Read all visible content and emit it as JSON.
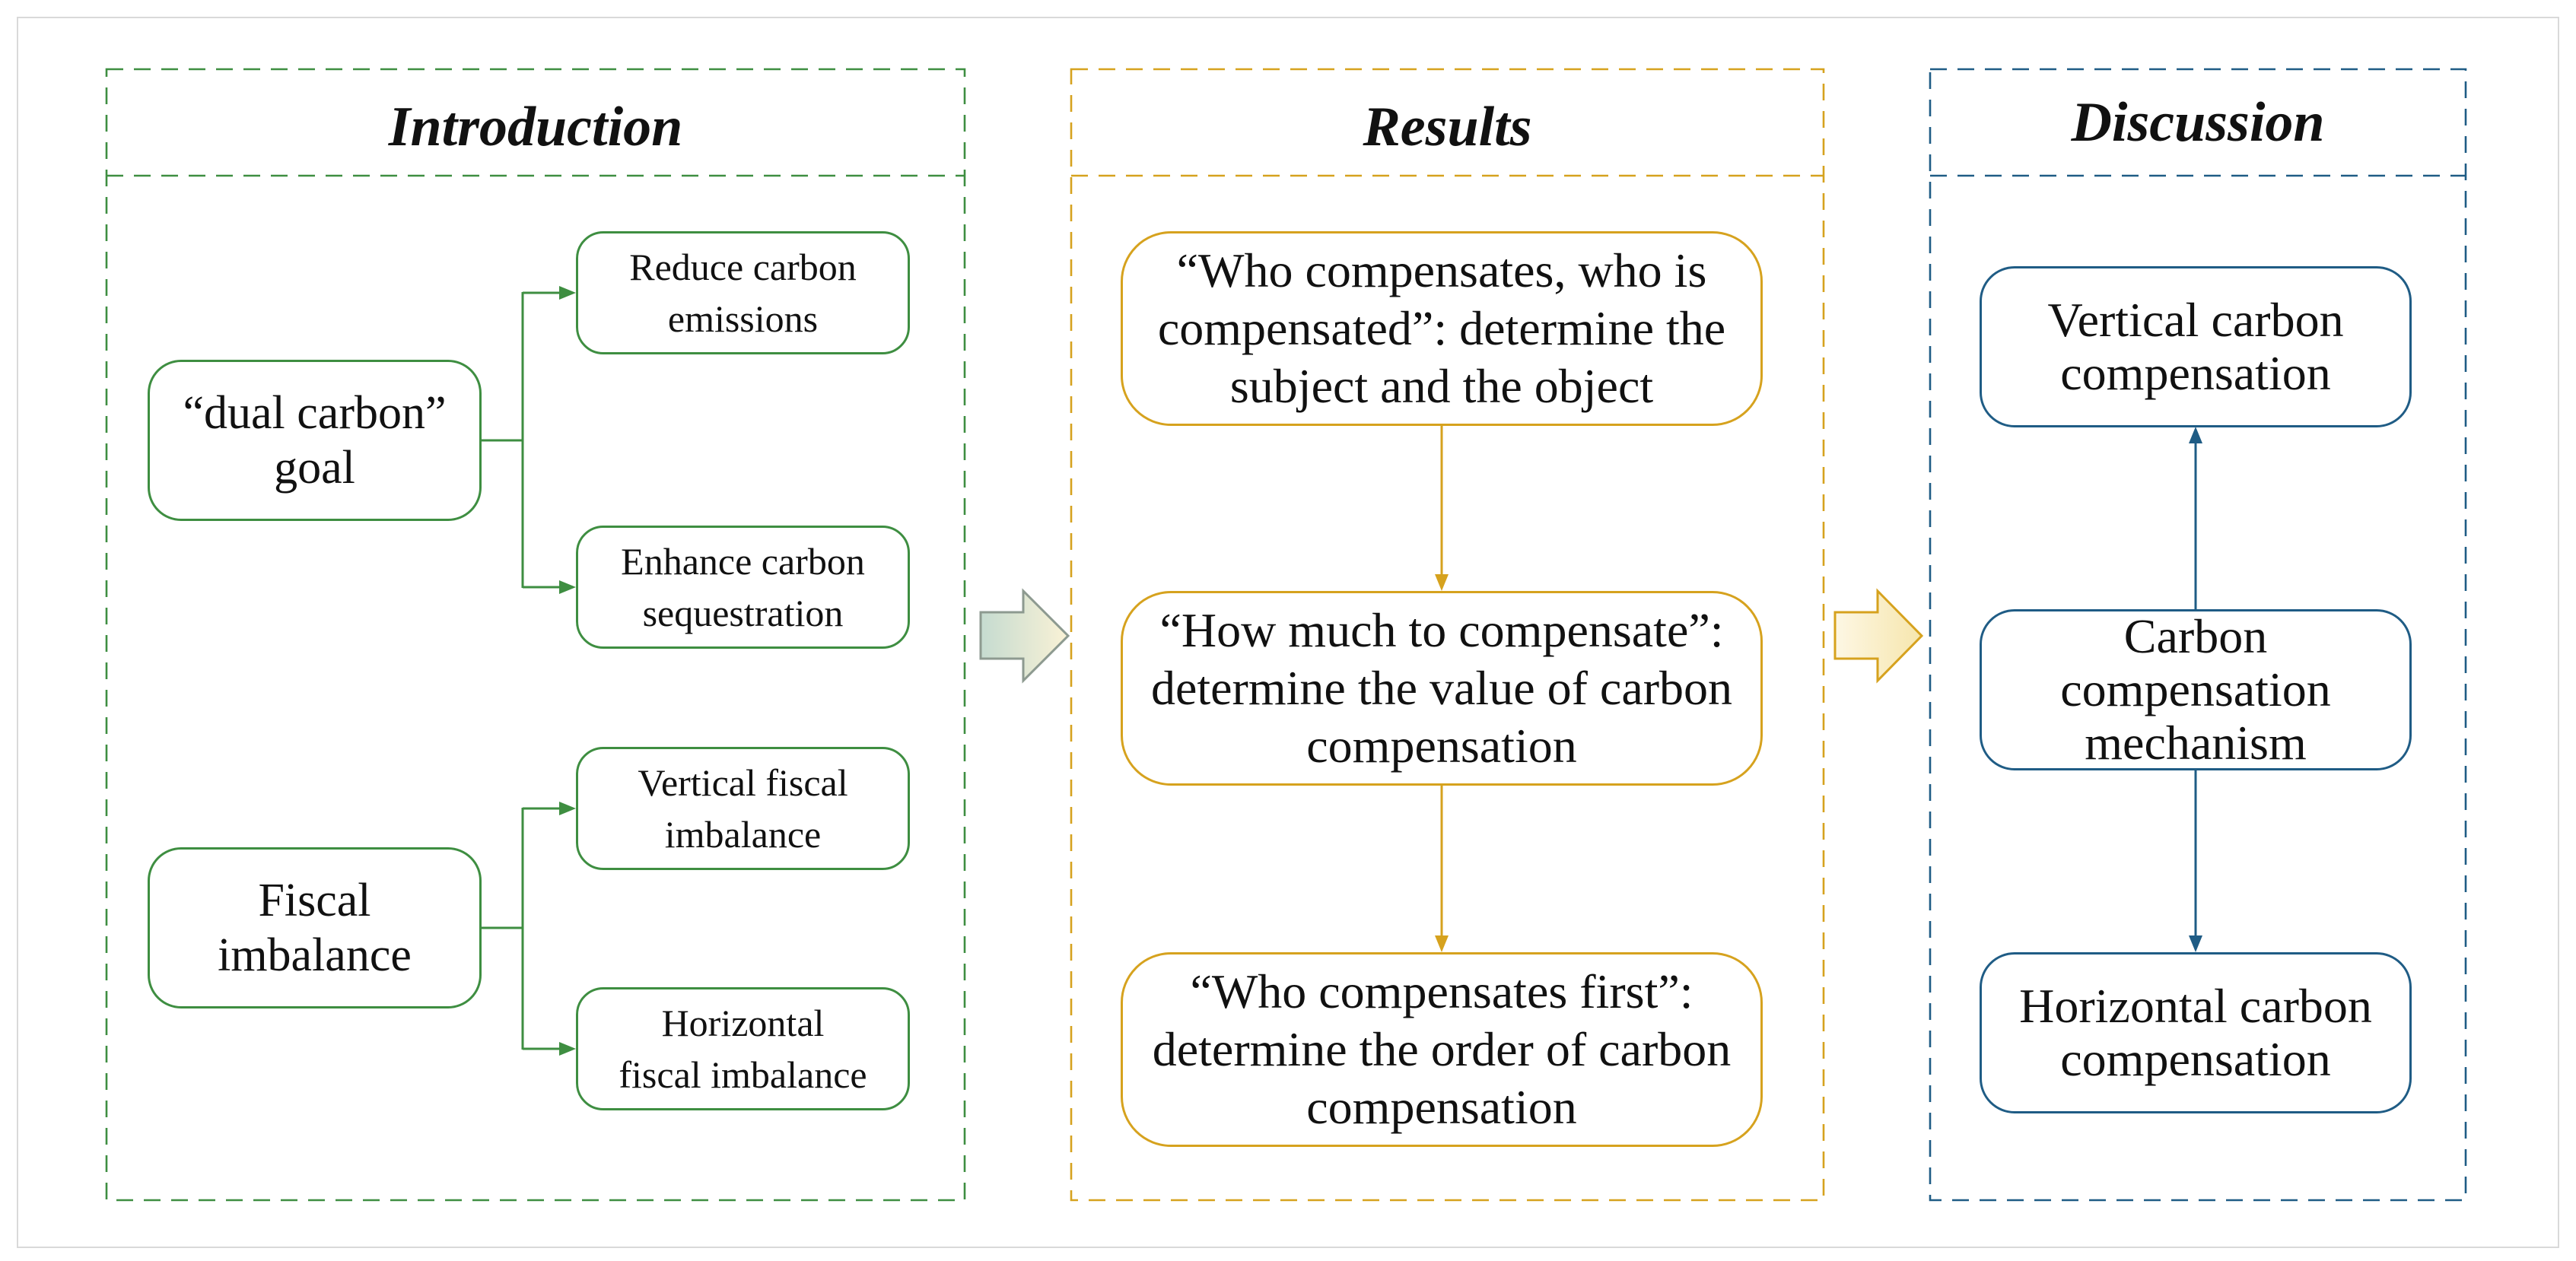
{
  "colors": {
    "introduction": "#3e8e41",
    "results": "#d6a21e",
    "discussion": "#1f5c85",
    "frame": "#d9d9d9"
  },
  "introduction": {
    "title": "Introduction",
    "nodes": [
      {
        "lines": [
          "“dual carbon”",
          "goal"
        ]
      },
      {
        "lines": [
          "Reduce carbon",
          "emissions"
        ]
      },
      {
        "lines": [
          "Enhance carbon",
          "sequestration"
        ]
      },
      {
        "lines": [
          "Fiscal",
          "imbalance"
        ]
      },
      {
        "lines": [
          "Vertical fiscal",
          "imbalance"
        ]
      },
      {
        "lines": [
          "Horizontal",
          "fiscal imbalance"
        ]
      }
    ]
  },
  "results": {
    "title": "Results",
    "nodes": [
      {
        "lines": [
          "“Who compensates, who is",
          "compensated”: determine the",
          "subject and the object"
        ]
      },
      {
        "lines": [
          "“How much to compensate”:",
          "determine the value of carbon",
          "compensation"
        ]
      },
      {
        "lines": [
          "“Who compensates first”:",
          "determine the order of carbon",
          "compensation"
        ]
      }
    ]
  },
  "discussion": {
    "title": "Discussion",
    "nodes": [
      {
        "lines": [
          "Vertical carbon",
          "compensation"
        ]
      },
      {
        "lines": [
          "Carbon",
          "compensation",
          "mechanism"
        ]
      },
      {
        "lines": [
          "Horizontal carbon",
          "compensation"
        ]
      }
    ]
  }
}
